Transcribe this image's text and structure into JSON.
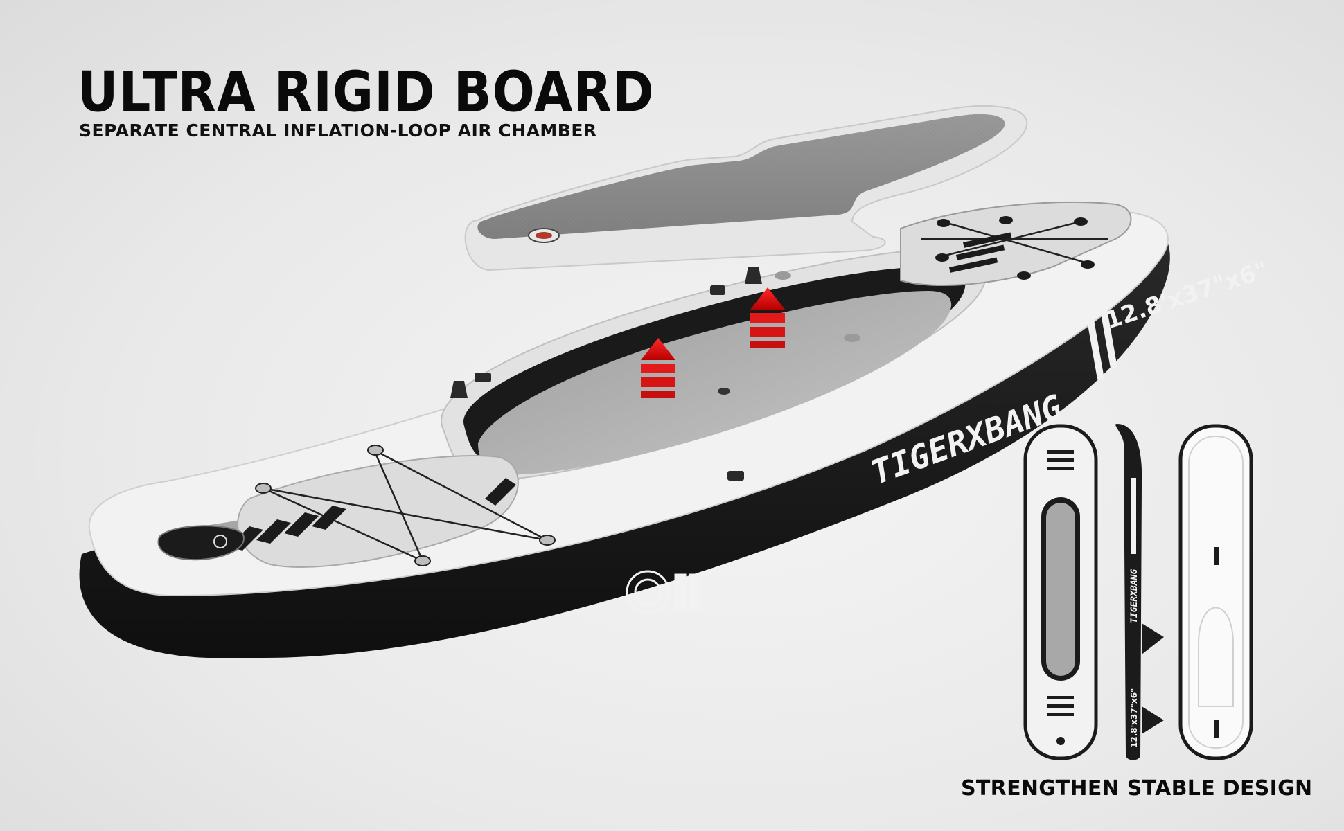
{
  "header": {
    "title": "ULTRA RIGID BOARD",
    "subtitle": "SEPARATE CENTRAL INFLATION-LOOP AIR CHAMBER"
  },
  "product": {
    "brand": "TIGERXBANG",
    "size_label": "12.8'x37\"x6\"",
    "size_label_small": "12.8'x37\"x6\""
  },
  "caption": "STRENGTHEN STABLE DESIGN",
  "colors": {
    "board_black": "#1c1c1c",
    "deck_white": "#f2f2f2",
    "chamber_gray": "#b5b5b5",
    "arrow_red": "#e21a1a"
  }
}
